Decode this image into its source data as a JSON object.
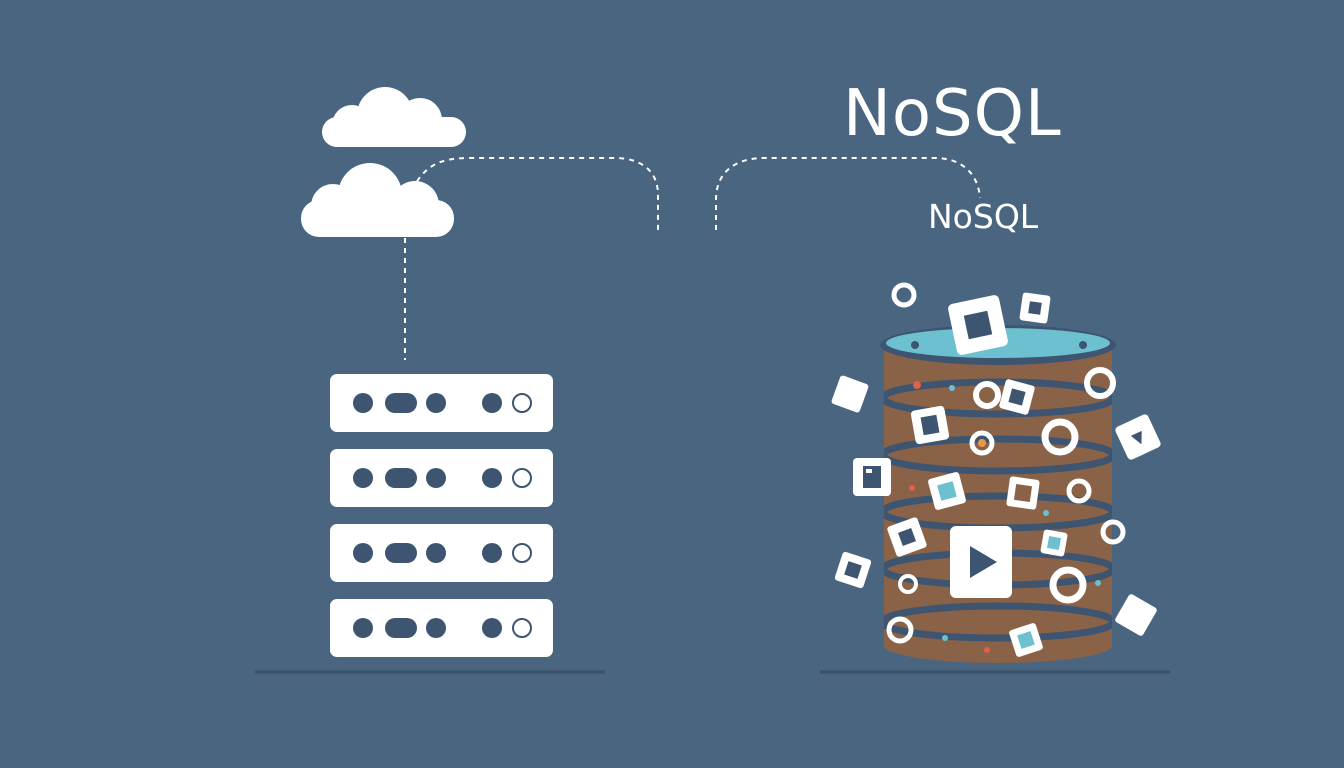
{
  "labels": {
    "title": "NoSQL",
    "subtitle": "NoSQL"
  },
  "colors": {
    "background": "#4a6580",
    "panel": "#ffffff",
    "dark_element": "#3d5570",
    "db_body": "#8a6248",
    "db_top": "#6cc0d0",
    "db_band": "#3d5570",
    "accent_red": "#e0604a",
    "accent_orange": "#e89a4a",
    "accent_teal": "#6cc0d0"
  },
  "icons": {
    "cloud": "cloud-icon",
    "server": "server-rack-icon",
    "database": "database-cylinder-icon",
    "play": "play-icon",
    "document": "document-icon",
    "gear": "gear-icon",
    "square": "square-icon",
    "diamond": "diamond-icon"
  },
  "server_rack": {
    "unit_count": 4
  }
}
